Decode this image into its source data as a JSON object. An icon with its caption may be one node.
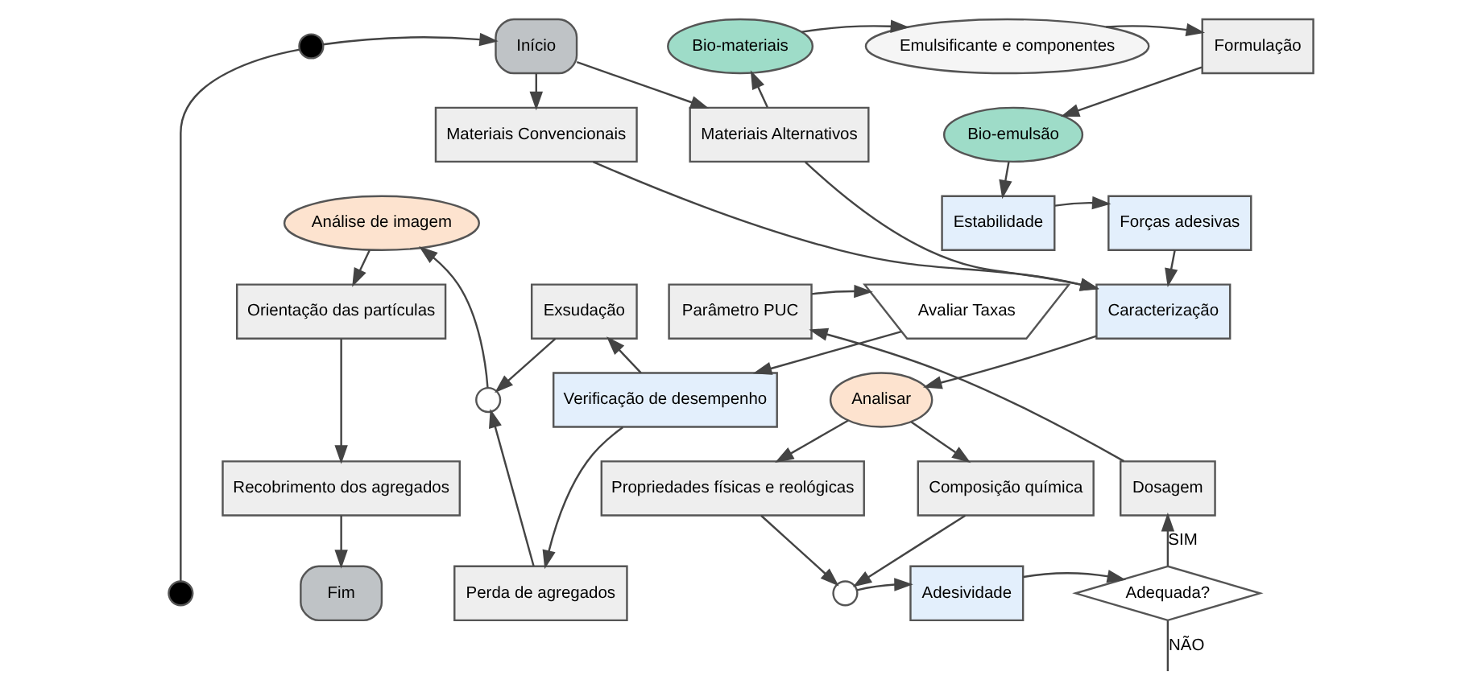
{
  "diagram": {
    "nodes": [
      {
        "text": [],
        "shape": "circle"
      },
      {
        "text": [
          "Início"
        ]
      },
      {
        "text": [
          "Materiais Convencionais"
        ]
      },
      {
        "text": [
          "Materiais Alternativos"
        ]
      },
      {
        "text": [
          "Bio-materiais"
        ]
      },
      {
        "text": [
          "Emulsificante e componentes"
        ]
      },
      {
        "text": [
          "Formulação"
        ]
      },
      {
        "text": [
          "Bio-emulsão"
        ]
      },
      {
        "text": [
          "Estabilidade"
        ]
      },
      {
        "text": [
          "Forças adesivas"
        ]
      },
      {
        "text": [
          "Caracterização"
        ]
      },
      {
        "text": [
          "Analisar"
        ]
      },
      {
        "text": [
          "Composição química"
        ]
      },
      {
        "text": [
          "Propriedades físicas e reológicas"
        ]
      },
      {
        "text": [],
        "shape": "circle"
      },
      {
        "text": [
          "Adesividade"
        ]
      },
      {
        "text": [
          "Adequada?"
        ]
      },
      {
        "text": [
          "Dosagem"
        ]
      },
      {
        "text": [
          "Parâmetro PUC"
        ]
      },
      {
        "text": [
          "Avaliar Taxas"
        ]
      },
      {
        "text": [
          "Verificação de desempenho"
        ]
      },
      {
        "text": [
          "Exsudação"
        ]
      },
      {
        "text": [
          "Perda de agregados"
        ]
      },
      {
        "text": [],
        "shape": "circle"
      },
      {
        "text": [
          "Análise de imagem"
        ]
      },
      {
        "text": [
          "Orientação das partículas"
        ]
      },
      {
        "text": [
          "Recobrimento dos agregados"
        ]
      },
      {
        "text": [
          "Fim"
        ]
      },
      {
        "text": [],
        "shape": "circle"
      }
    ],
    "edges": [
      {
        "from": 0,
        "to": 1,
        "arrow": "to"
      },
      {
        "from": 1,
        "to": 2,
        "arrow": "to"
      },
      {
        "from": 1,
        "to": 3,
        "arrow": "to"
      },
      {
        "from": 3,
        "to": 4,
        "arrow": "to"
      },
      {
        "from": 4,
        "to": 5,
        "arrow": "to"
      },
      {
        "from": 5,
        "to": 6,
        "arrow": "to"
      },
      {
        "from": 6,
        "to": 7,
        "arrow": "to"
      },
      {
        "from": 7,
        "to": 8,
        "arrow": "to"
      },
      {
        "from": 8,
        "to": 9,
        "arrow": "to"
      },
      {
        "from": 9,
        "to": 10,
        "arrow": "to"
      },
      {
        "from": 2,
        "to": 10,
        "arrow": "to"
      },
      {
        "from": 3,
        "to": 10,
        "arrow": "to"
      },
      {
        "from": 10,
        "to": 11,
        "arrow": "to"
      },
      {
        "from": 11,
        "to": 12,
        "arrow": "to"
      },
      {
        "from": 11,
        "to": 13,
        "arrow": "to"
      },
      {
        "from": 12,
        "to": 14,
        "arrow": "to"
      },
      {
        "from": 13,
        "to": 14,
        "arrow": "to"
      },
      {
        "from": 14,
        "to": 15,
        "arrow": "to"
      },
      {
        "from": 15,
        "to": 16,
        "arrow": "to"
      },
      {
        "from": 16,
        "to": 17,
        "label": "SIM",
        "arrow": "to"
      },
      {
        "from": 17,
        "to": 18,
        "arrow": "to"
      },
      {
        "from": 18,
        "to": 19,
        "arrow": "to"
      },
      {
        "from": 19,
        "to": 20,
        "arrow": "to"
      },
      {
        "from": 20,
        "to": 21,
        "arrow": "to"
      },
      {
        "from": 20,
        "to": 22,
        "arrow": "to"
      },
      {
        "from": 21,
        "to": 23,
        "arrow": "to"
      },
      {
        "from": 22,
        "to": 23,
        "arrow": "to"
      },
      {
        "from": 23,
        "to": 24,
        "arrow": "to"
      },
      {
        "from": 24,
        "to": 25,
        "arrow": "to"
      },
      {
        "from": 25,
        "to": 26,
        "arrow": "to"
      },
      {
        "from": 26,
        "to": 27,
        "arrow": "to"
      },
      {
        "from": 16,
        "to": null,
        "label": "NÃO",
        "arrow": "none"
      },
      {
        "from": 0,
        "to": 28,
        "arrow": "none"
      }
    ]
  }
}
